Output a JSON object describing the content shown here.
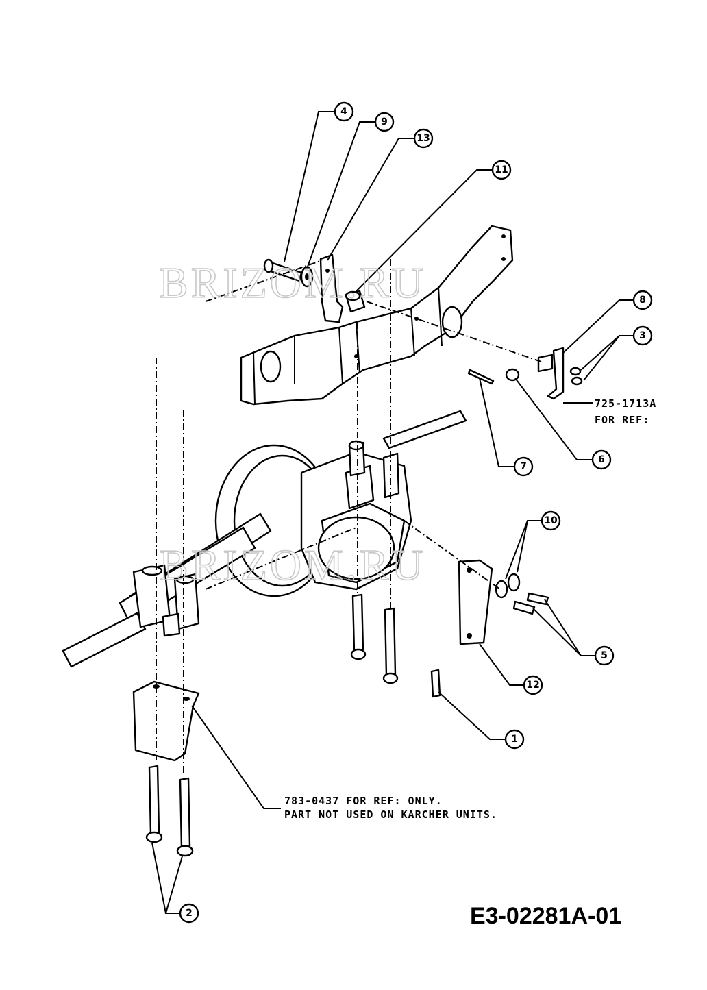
{
  "watermark": "BRIZOM.RU",
  "diagram_code": "E3-02281A-01",
  "callouts": [
    "1",
    "2",
    "3",
    "4",
    "5",
    "6",
    "7",
    "8",
    "9",
    "10",
    "11",
    "12",
    "13"
  ],
  "notes": {
    "ref_725": "725-1713A",
    "ref_725_b": "FOR REF:",
    "ref_783": "783-0437 FOR REF: ONLY.",
    "ref_783_b": "PART NOT USED ON KARCHER UNITS."
  }
}
